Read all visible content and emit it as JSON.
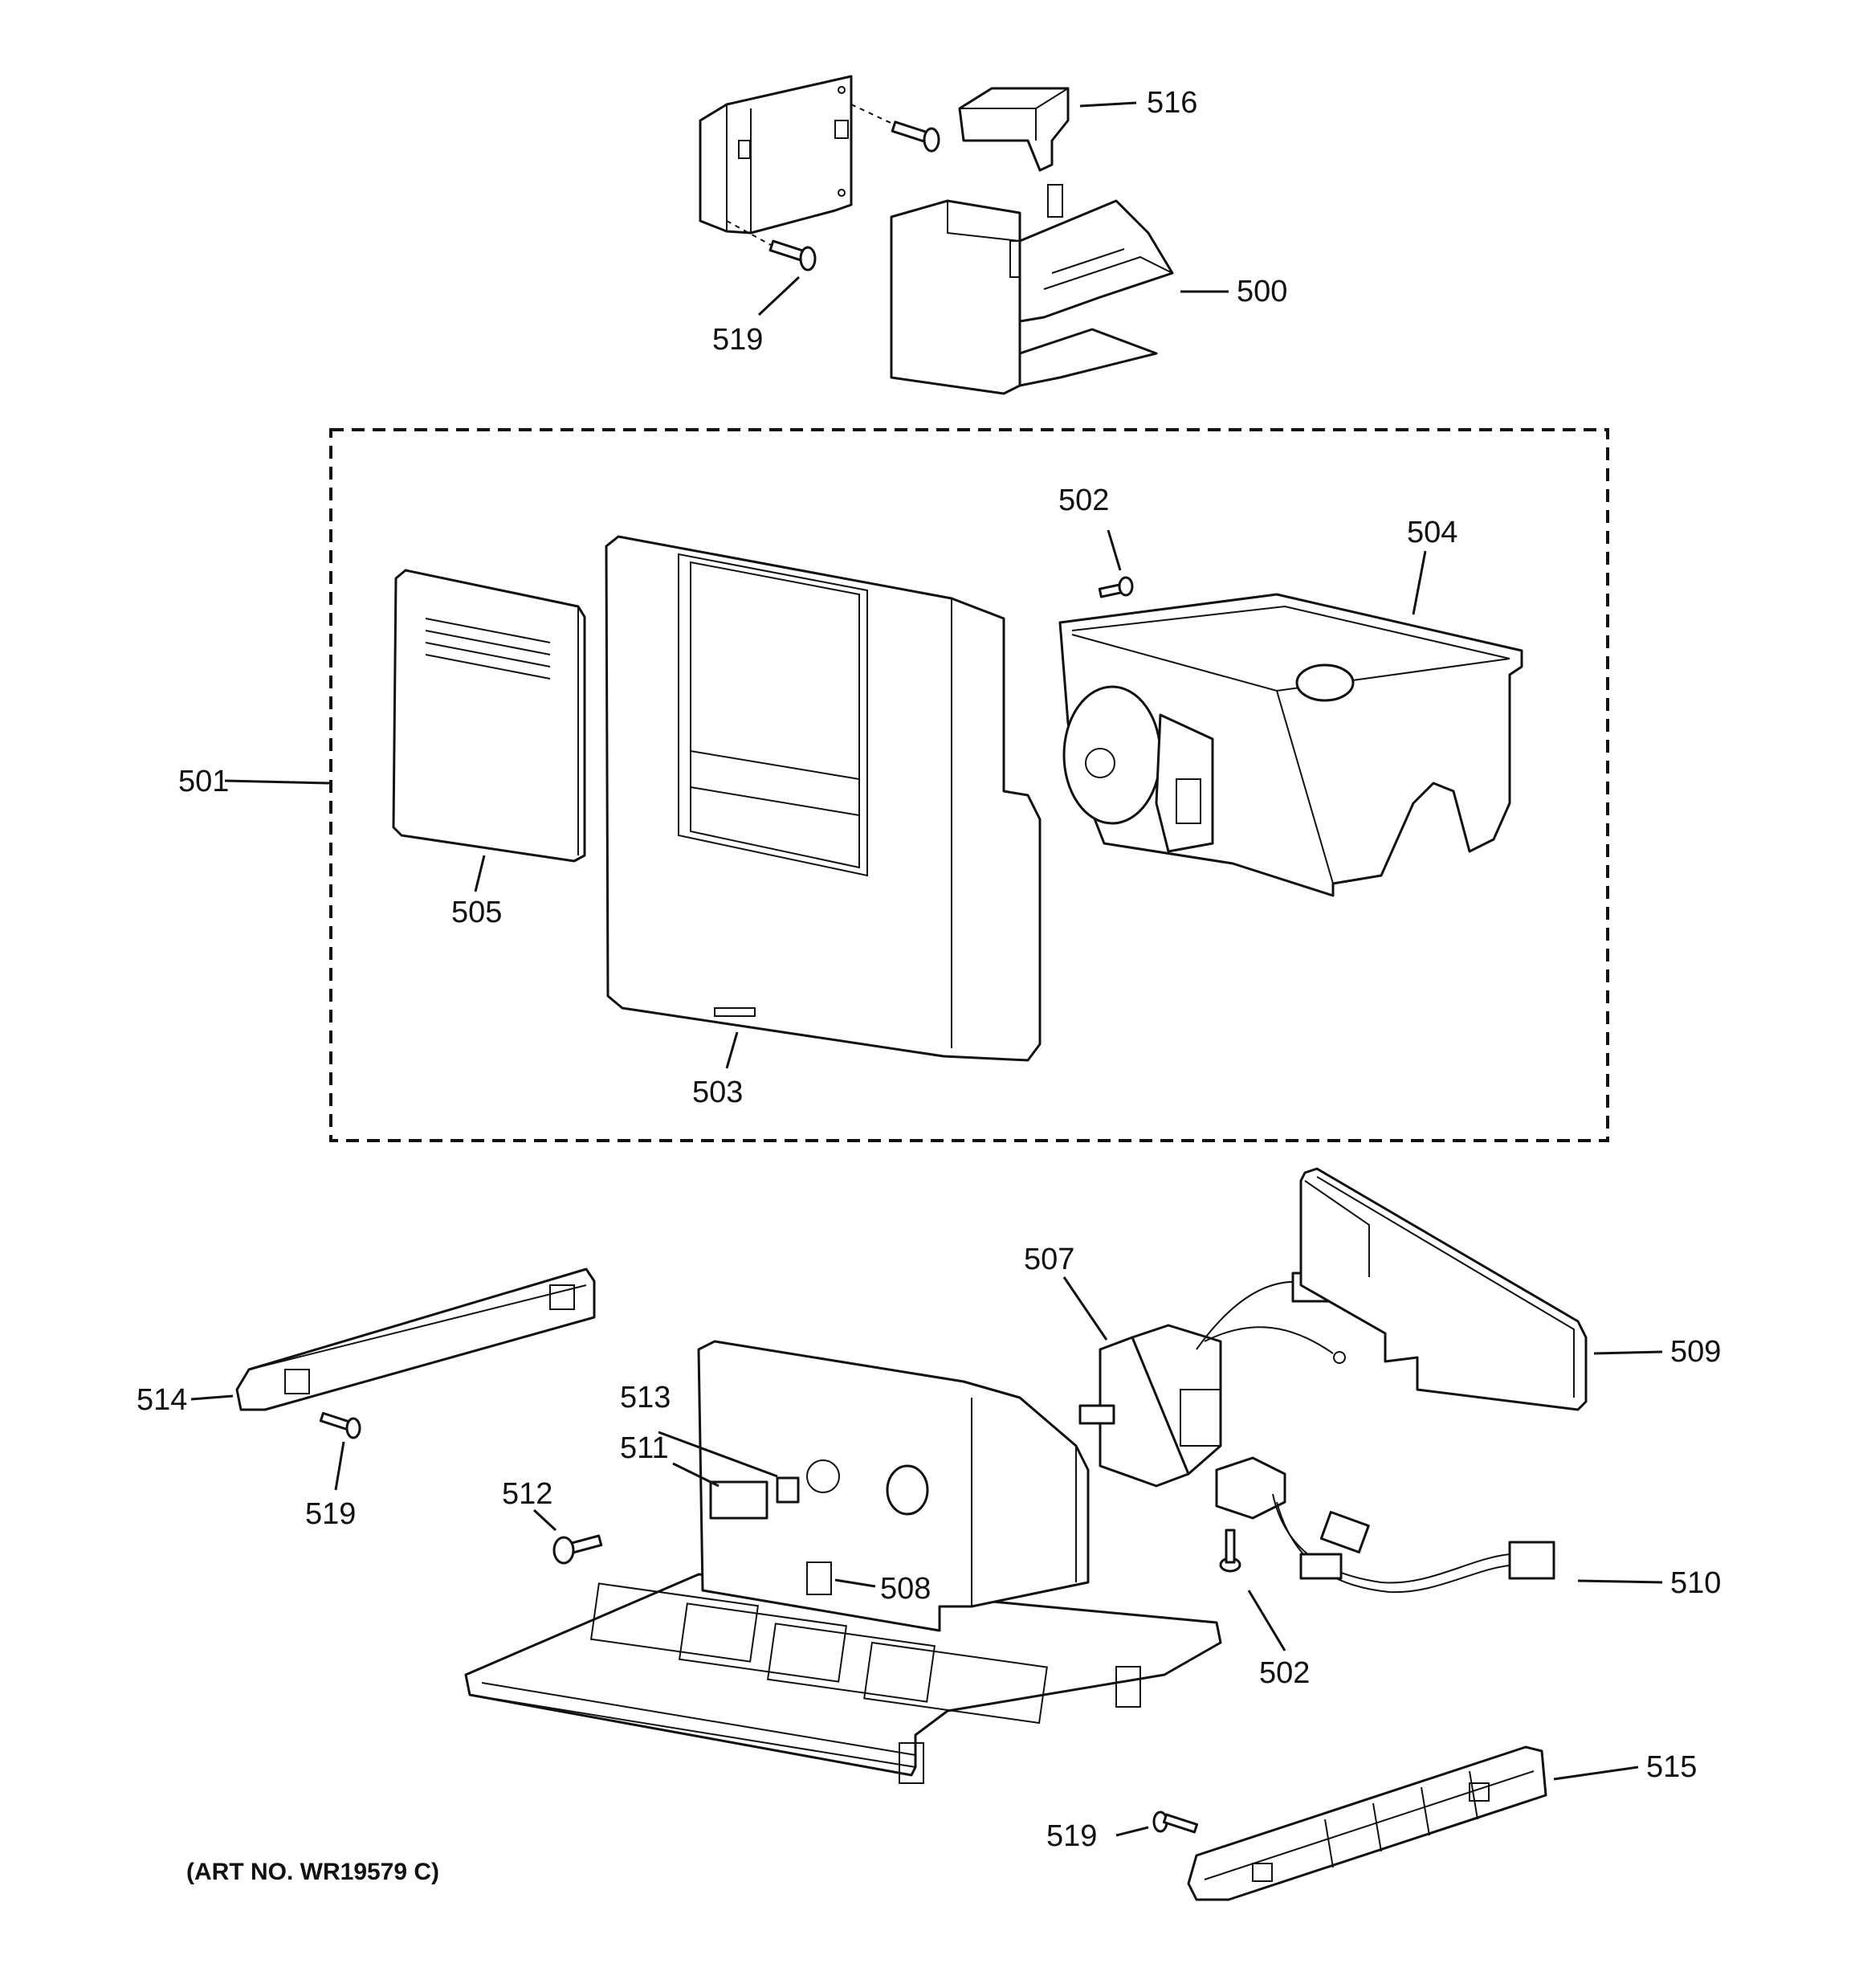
{
  "diagram": {
    "art_number": "(ART NO. WR19579 C)",
    "callouts": {
      "c500": "500",
      "c501": "501",
      "c502_top": "502",
      "c502_bottom": "502",
      "c503": "503",
      "c504": "504",
      "c505": "505",
      "c507": "507",
      "c508": "508",
      "c509": "509",
      "c510": "510",
      "c511": "511",
      "c512": "512",
      "c513": "513",
      "c514": "514",
      "c515": "515",
      "c516": "516",
      "c519_top": "519",
      "c519_mid": "519",
      "c519_bottom": "519"
    }
  }
}
